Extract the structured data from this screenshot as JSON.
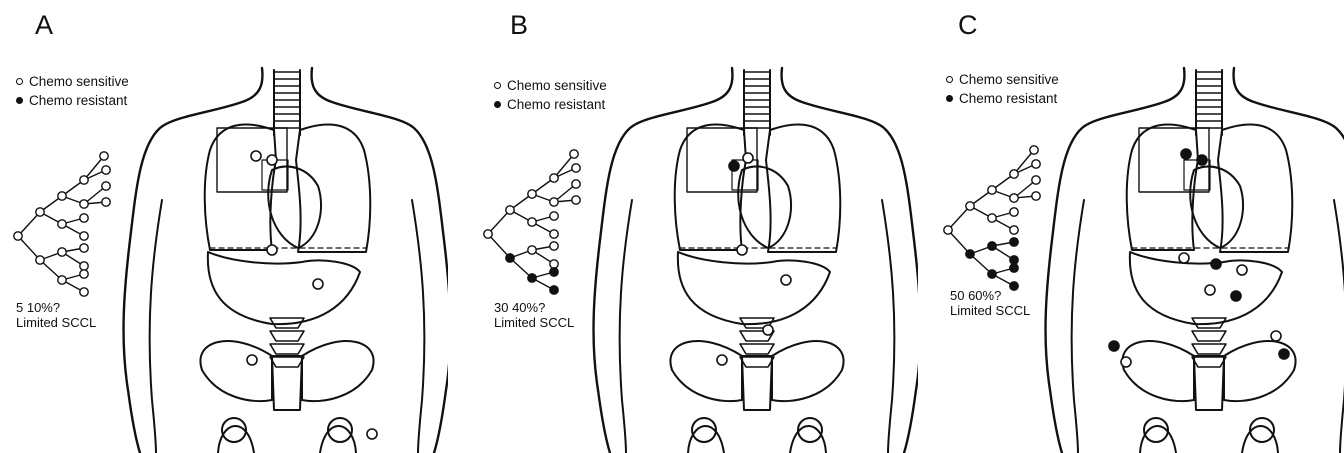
{
  "panels": [
    {
      "letter": "A",
      "pct": "5   10%?",
      "stage": "Limited SCCL"
    },
    {
      "letter": "B",
      "pct": "30   40%?",
      "stage": "Limited SCCL"
    },
    {
      "letter": "C",
      "pct": "50   60%?",
      "stage": "Limited SCCL"
    }
  ],
  "legend": {
    "sensitive": "Chemo sensitive",
    "resistant": "Chemo resistant"
  },
  "colors": {
    "line": "#111111",
    "background": "#ffffff"
  }
}
